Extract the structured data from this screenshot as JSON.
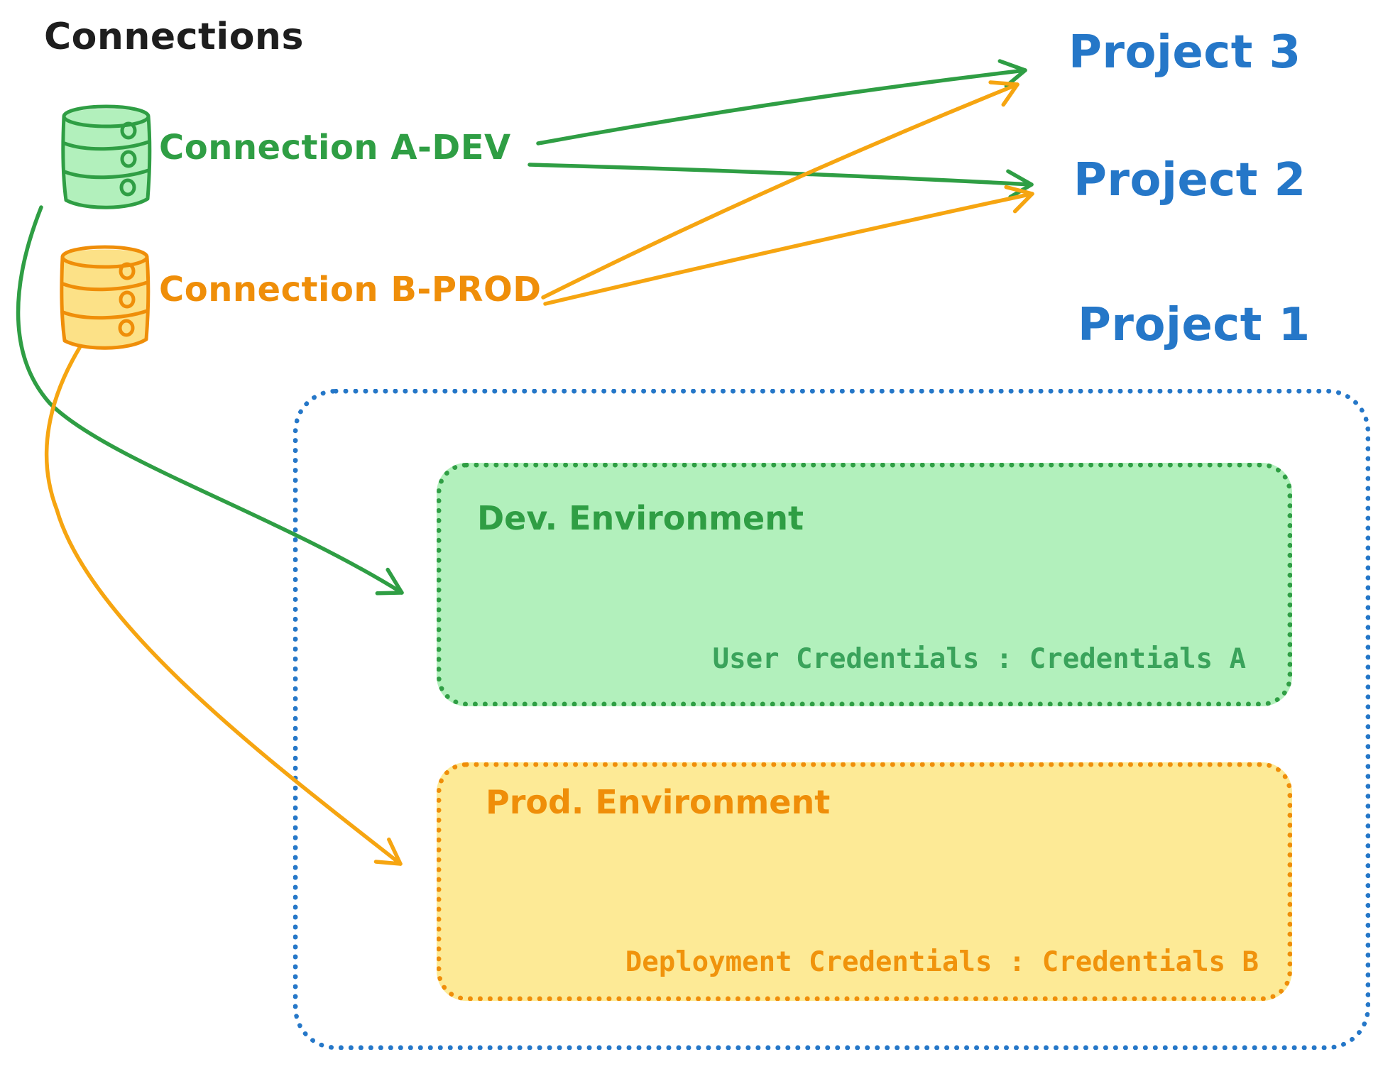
{
  "title": "Connections",
  "connections": {
    "dev": {
      "label": "Connection A-DEV",
      "icon": "database-icon"
    },
    "prod": {
      "label": "Connection B-PROD",
      "icon": "database-icon"
    }
  },
  "projects": {
    "p3": {
      "label": "Project 3"
    },
    "p2": {
      "label": "Project 2"
    },
    "p1": {
      "label": "Project 1"
    }
  },
  "project1": {
    "dev_environment": {
      "title": "Dev. Environment",
      "credentials": "User Credentials : Credentials A"
    },
    "prod_environment": {
      "title": "Prod. Environment",
      "credentials": "Deployment Credentials : Credentials B"
    }
  },
  "mappings": [
    {
      "from": "Connection A-DEV",
      "to": "Project 3"
    },
    {
      "from": "Connection A-DEV",
      "to": "Project 2"
    },
    {
      "from": "Connection B-PROD",
      "to": "Project 3"
    },
    {
      "from": "Connection B-PROD",
      "to": "Project 2"
    },
    {
      "from": "Connection A-DEV",
      "to": "Dev. Environment"
    },
    {
      "from": "Connection B-PROD",
      "to": "Prod. Environment"
    }
  ],
  "colors": {
    "ink": "#1e1e1e",
    "green": "#2f9e44",
    "green-fill": "#b2f0bc",
    "cred-green": "#3aa35b",
    "orange": "#ef8e09",
    "cred-orange": "#f0930c",
    "orange-arrow": "#f6a511",
    "yellow-fill": "#fdea96",
    "db-yellow-fill": "#fce187",
    "blue": "#2577c8"
  }
}
